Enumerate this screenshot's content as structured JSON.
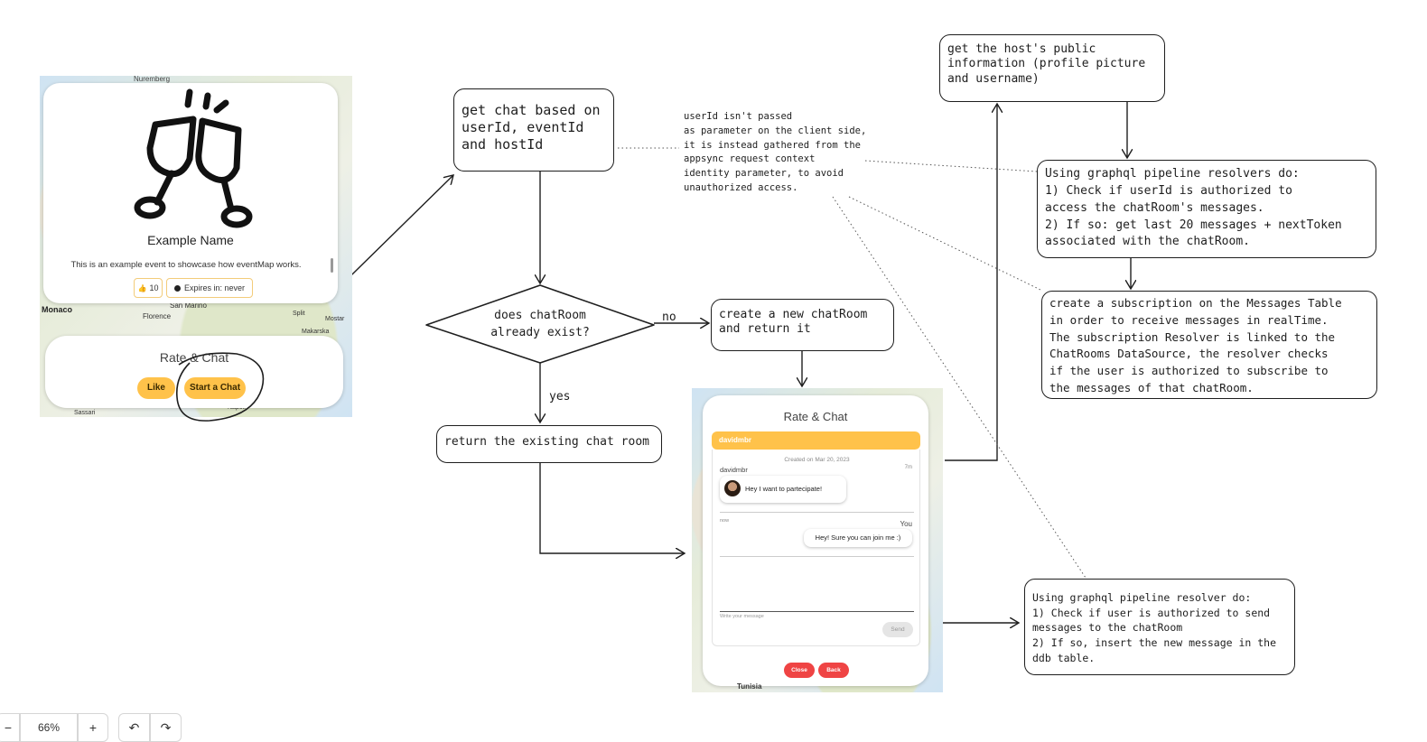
{
  "app_card": {
    "map_labels": [
      "Nuremberg",
      "Monaco",
      "Florence",
      "San Marino",
      "Split",
      "Mostar",
      "Makarska",
      "Sassari",
      "Napoli"
    ],
    "event_name": "Example Name",
    "event_description": "This is an example event to showcase how eventMap works.",
    "likes_count": "10",
    "expires_label": "Expires in: never",
    "rate_chat_title": "Rate & Chat",
    "like_button": "Like",
    "start_chat_button": "Start a Chat"
  },
  "flow": {
    "get_chat": "get chat based on\nuserId, eventId\nand hostId",
    "userid_note": "userId isn't passed\nas parameter on the client side,\nit is instead gathered from the\nappsync request context\nidentity parameter, to avoid\nunauthorized access.",
    "decision": "does chatRoom\nalready exist?",
    "no_label": "no",
    "yes_label": "yes",
    "create_room": "create a new chatRoom\nand return it",
    "return_room": "return the existing chat room",
    "host_info": "get the host's public\ninformation (profile picture\nand username)",
    "pipeline_read": "Using graphql pipeline resolvers do:\n1) Check if userId is authorized to\naccess the chatRoom's messages.\n2) If so: get last 20 messages + nextToken\nassociated with the chatRoom.",
    "subscription": "create a subscription on the Messages Table\nin order to receive messages in realTime.\nThe subscription Resolver is linked to the\nChatRooms DataSource, the resolver checks\nif the user is authorized to subscribe to\nthe messages of that chatRoom.",
    "pipeline_send": "Using graphql pipeline resolver do:\n1) Check if user is authorized to send\nmessages to the chatRoom\n2) If so, insert the new message in the\nddb table."
  },
  "chat_panel": {
    "title": "Rate & Chat",
    "host_username": "davidmbr",
    "created_on": "Created on Mar 20, 2023",
    "msg1_user": "davidmbr",
    "msg1_time": "7m",
    "msg1_text": "Hey I want to partecipate!",
    "msg2_time": "now",
    "msg2_user": "You",
    "msg2_text": "Hey! Sure you can join me :)",
    "input_placeholder": "Write your message",
    "send_button": "Send",
    "close_button": "Close",
    "back_button": "Back",
    "map_label": "Tunisia"
  },
  "toolbar": {
    "zoom_out": "−",
    "zoom_level": "66%",
    "zoom_in": "+",
    "undo_icon": "↶",
    "redo_icon": "↷"
  },
  "colors": {
    "accent_yellow": "#ffc24a",
    "danger_red": "#ef4444",
    "stroke": "#1e1e1e"
  }
}
